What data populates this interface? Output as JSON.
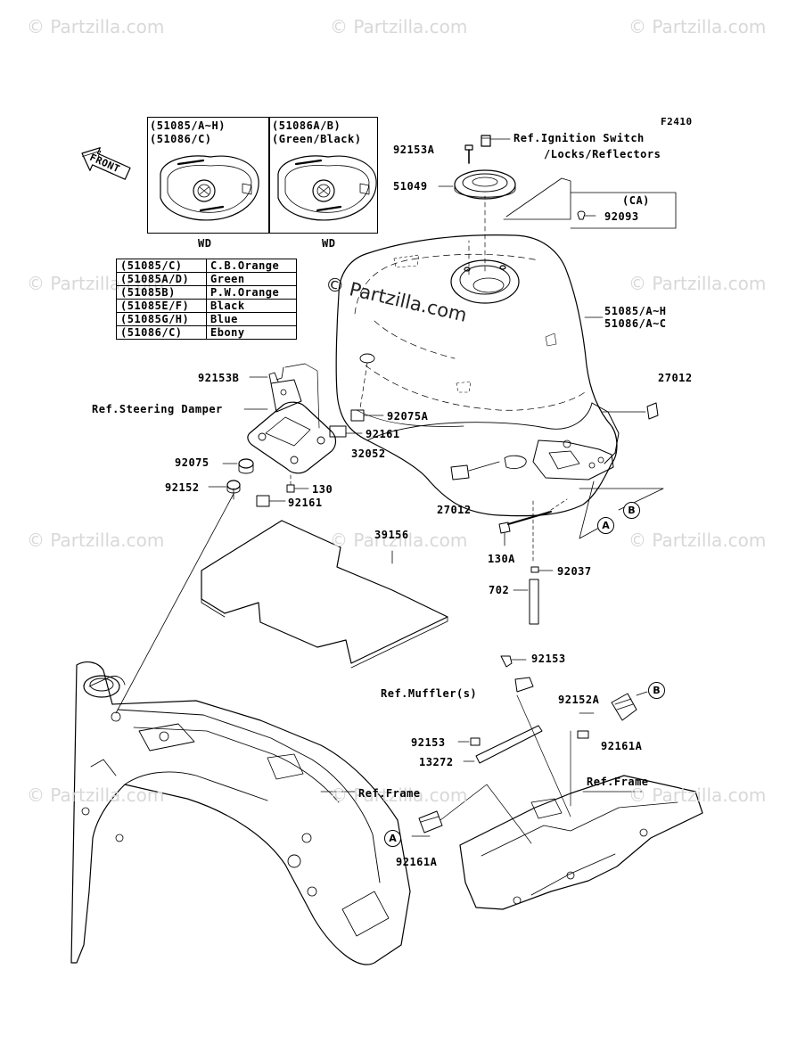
{
  "watermark": "© Partzilla.com",
  "center_watermark": "© Partzilla.com",
  "figure_code": "F2410",
  "front_label": "FRONT",
  "inset_left": {
    "line1": "(51085/A~H)",
    "line2": "(51086/C)",
    "caption": "WD"
  },
  "inset_right": {
    "line1": "(51086A/B)",
    "line2": "(Green/Black)",
    "caption": "WD"
  },
  "color_table": [
    {
      "code": "(51085/C)",
      "color": "C.B.Orange"
    },
    {
      "code": "(51085A/D)",
      "color": "Green"
    },
    {
      "code": "(51085B)",
      "color": "P.W.Orange"
    },
    {
      "code": "(51085E/F)",
      "color": "Black"
    },
    {
      "code": "(51085G/H)",
      "color": "Blue"
    },
    {
      "code": "(51086/C)",
      "color": "Ebony"
    }
  ],
  "labels": {
    "p92153A": "92153A",
    "ref_ignition": "Ref.Ignition Switch",
    "ref_locks": "/Locks/Reflectors",
    "p51049": "51049",
    "ca": "(CA)",
    "p92093": "92093",
    "p51085": "51085/A~H",
    "p51086": "51086/A~C",
    "p27012_top": "27012",
    "p92153B": "92153B",
    "ref_steering": "Ref.Steering Damper",
    "p92075A": "92075A",
    "p92161_a": "92161",
    "p32052": "32052",
    "p92075": "92075",
    "p92152": "92152",
    "p130": "130",
    "p92161_b": "92161",
    "p27012_bot": "27012",
    "p39156": "39156",
    "p130A": "130A",
    "p92037": "92037",
    "p702": "702",
    "p92153_top": "92153",
    "ref_muffler": "Ref.Muffler(s)",
    "p92152A": "92152A",
    "p92161A_right": "92161A",
    "p92153_mid": "92153",
    "p13272": "13272",
    "ref_frame_left": "Ref.Frame",
    "ref_frame_right": "Ref.Frame",
    "p92161A_left": "92161A"
  },
  "callouts": {
    "A": "A",
    "B": "B"
  }
}
